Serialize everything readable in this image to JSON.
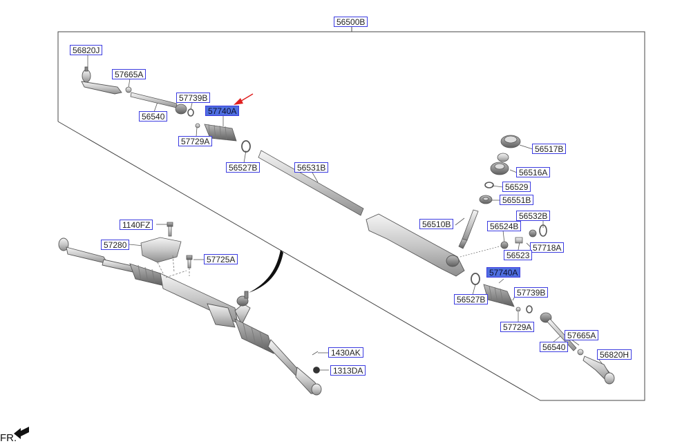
{
  "labels": {
    "assembly": "56500B",
    "tie_end_left": "56820J",
    "clip_left": "57665A",
    "inner_rod_left": "56540",
    "band_left": "57739B",
    "boot_left": "57740A",
    "clamp_left": "57729A",
    "ring_left": "56527B",
    "rack_bar": "56531B",
    "cover": "56517B",
    "bearing": "56516A",
    "snap_ring": "56529",
    "seal": "56551B",
    "pinion": "56510B",
    "plug": "56532B",
    "yoke": "56524B",
    "spring": "56523",
    "nut_yoke": "57718A",
    "boot_right": "57740A",
    "band_right": "57739B",
    "ring_right": "56527B",
    "clamp_right": "57729A",
    "inner_rod_right": "56540",
    "clip_right": "57665A",
    "tie_end_right": "56820H",
    "bolt": "1140FZ",
    "bracket": "57280",
    "bolt_bracket": "57725A",
    "cap": "1430AK",
    "nut": "1313DA",
    "front": "FR."
  },
  "colors": {
    "label_border": "#3a3ae0",
    "highlight_fill": "#4f6fe0",
    "arrow": "#e02020",
    "part_line": "#555555"
  }
}
